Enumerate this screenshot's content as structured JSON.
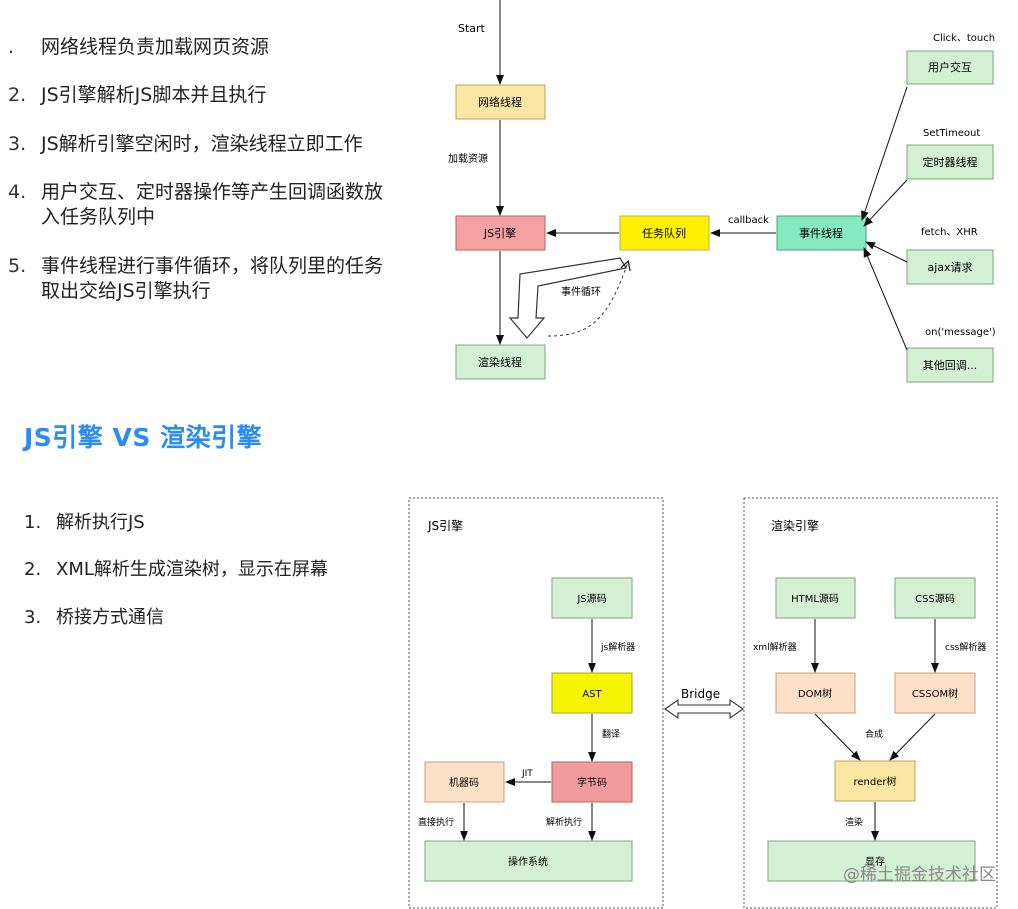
{
  "top_list": [
    {
      "num": ".",
      "text": "网络线程负责加载网页资源"
    },
    {
      "num": "2.",
      "text": "JS引擎解析JS脚本并且执行"
    },
    {
      "num": "3.",
      "text": "JS解析引擎空闲时，渲染线程立即工作"
    },
    {
      "num": "4.",
      "text": "用户交互、定时器操作等产生回调函数放入任务队列中"
    },
    {
      "num": "5.",
      "text": "事件线程进行事件循环，将队列里的任务取出交给JS引擎执行"
    }
  ],
  "section_title": "JS引擎 VS 渲染引擎",
  "bottom_list": [
    {
      "num": "1.",
      "text": "解析执行JS"
    },
    {
      "num": "2.",
      "text": "XML解析生成渲染树，显示在屏幕"
    },
    {
      "num": "3.",
      "text": "桥接方式通信"
    }
  ],
  "diagram1": {
    "start": "Start",
    "network_thread": "网络线程",
    "load_resources": "加载资源",
    "js_engine": "JS引擎",
    "render_thread": "渲染线程",
    "task_queue": "任务队列",
    "callback": "callback",
    "event_thread": "事件线程",
    "event_loop": "事件循环",
    "click_touch": "Click、touch",
    "user_interaction": "用户交互",
    "set_timeout": "SetTimeout",
    "timer_thread": "定时器线程",
    "fetch_xhr": "fetch、XHR",
    "ajax_request": "ajax请求",
    "on_message": "on('message')",
    "other_callbacks": "其他回调..."
  },
  "diagram2": {
    "js_engine_title": "JS引擎",
    "js_source": "JS源码",
    "js_parser": "js解析器",
    "ast": "AST",
    "translate": "翻译",
    "bytecode": "字节码",
    "jit": "JIT",
    "machine_code": "机器码",
    "direct_exec": "直接执行",
    "parse_exec": "解析执行",
    "os": "操作系统",
    "bridge": "Bridge",
    "render_engine_title": "渲染引擎",
    "html_source": "HTML源码",
    "css_source": "CSS源码",
    "xml_parser": "xml解析器",
    "css_parser": "css解析器",
    "dom_tree": "DOM树",
    "cssom_tree": "CSSOM树",
    "compose": "合成",
    "render_tree": "render树",
    "render": "渲染",
    "memory": "显存"
  },
  "watermark": "@稀土掘金技术社区",
  "colors": {
    "yellow_box": "#fbe6a3",
    "red_box": "#f4a1a1",
    "green_box": "#d4f0d4",
    "task_queue": "#fff200",
    "event_thread": "#86eac0",
    "ast": "#f5f500",
    "bytecode": "#f19c9c",
    "peach": "#fde0c8",
    "title_blue": "#2d8cf0"
  }
}
